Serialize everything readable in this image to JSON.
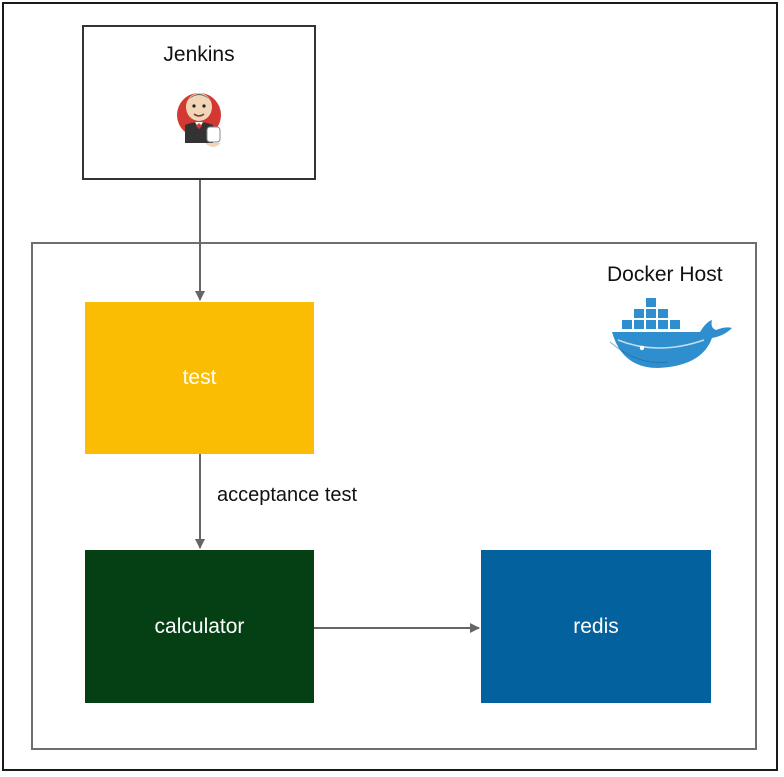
{
  "jenkins": {
    "title": "Jenkins",
    "icon": "jenkins-butler-icon"
  },
  "docker_host": {
    "title": "Docker Host",
    "icon": "docker-whale-icon",
    "logo_color": "#2f8fce"
  },
  "nodes": {
    "test": {
      "label": "test",
      "color": "#fbbc04"
    },
    "calculator": {
      "label": "calculator",
      "color": "#053f14"
    },
    "redis": {
      "label": "redis",
      "color": "#03619e"
    }
  },
  "edges": {
    "test_to_calculator": {
      "label": "acceptance test"
    }
  }
}
